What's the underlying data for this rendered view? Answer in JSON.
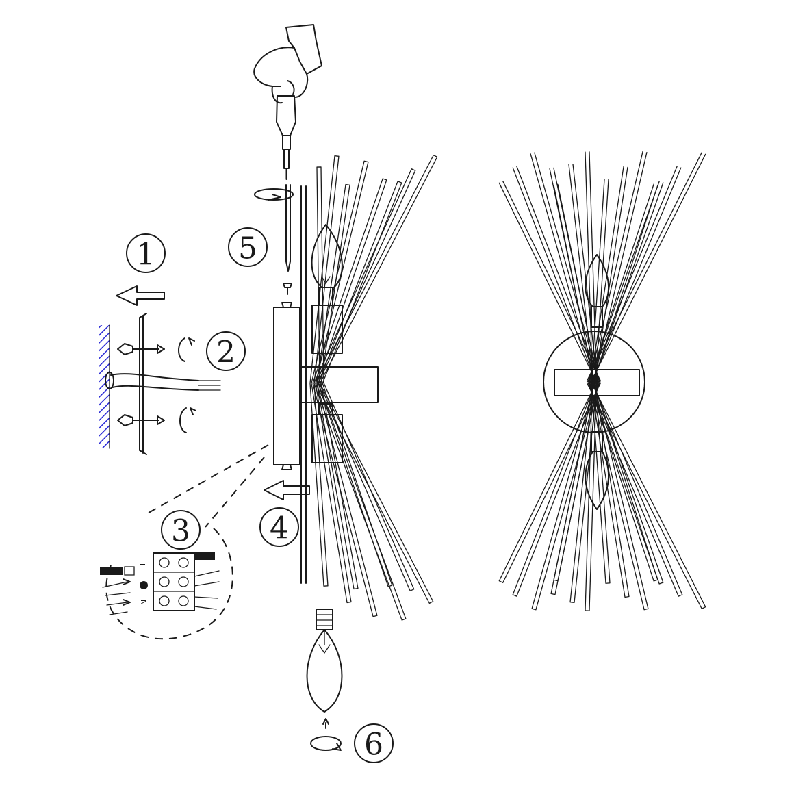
{
  "steps": [
    {
      "id": "step-1",
      "label": "1"
    },
    {
      "id": "step-2",
      "label": "2"
    },
    {
      "id": "step-3",
      "label": "3"
    },
    {
      "id": "step-4",
      "label": "4"
    },
    {
      "id": "step-5",
      "label": "5"
    },
    {
      "id": "step-6",
      "label": "6"
    }
  ],
  "terminal_labels": {
    "live": "L",
    "neutral": "N"
  },
  "colors": {
    "line": "#1a1a1a",
    "wall_hatch": "#2b2bd6",
    "background": "#ffffff"
  }
}
